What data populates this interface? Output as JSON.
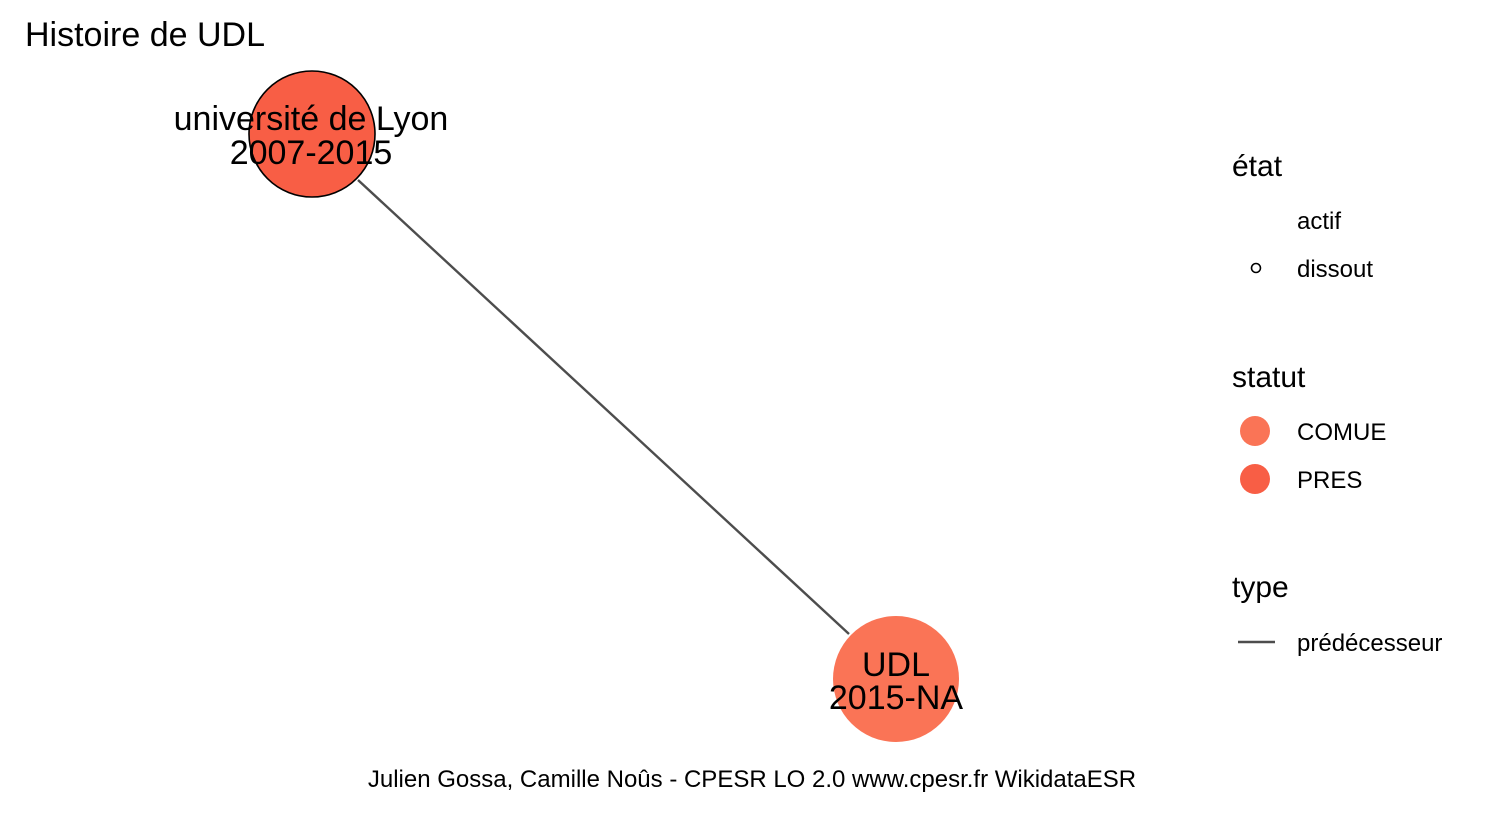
{
  "title": "Histoire de UDL",
  "caption": "Julien Gossa, Camille Noûs - CPESR LO 2.0 www.cpesr.fr WikidataESR",
  "nodes": [
    {
      "id": "udl-lyon",
      "name": "université de Lyon",
      "years": "2007-2015",
      "statut": "PRES",
      "etat": "dissout",
      "color": "#f85e45"
    },
    {
      "id": "udl",
      "name": "UDL",
      "years": "2015-NA",
      "statut": "COMUE",
      "etat": "actif",
      "color": "#fa7456"
    }
  ],
  "edges": [
    {
      "from": "université de Lyon",
      "to": "UDL",
      "type": "prédécesseur",
      "color": "#4d4d4d"
    }
  ],
  "legend": {
    "etat": {
      "title": "état",
      "items": [
        {
          "label": "actif"
        },
        {
          "label": "dissout"
        }
      ]
    },
    "statut": {
      "title": "statut",
      "items": [
        {
          "label": "COMUE",
          "color": "#fa7456"
        },
        {
          "label": "PRES",
          "color": "#f85e45"
        }
      ]
    },
    "type": {
      "title": "type",
      "items": [
        {
          "label": "prédécesseur",
          "color": "#4d4d4d"
        }
      ]
    }
  }
}
